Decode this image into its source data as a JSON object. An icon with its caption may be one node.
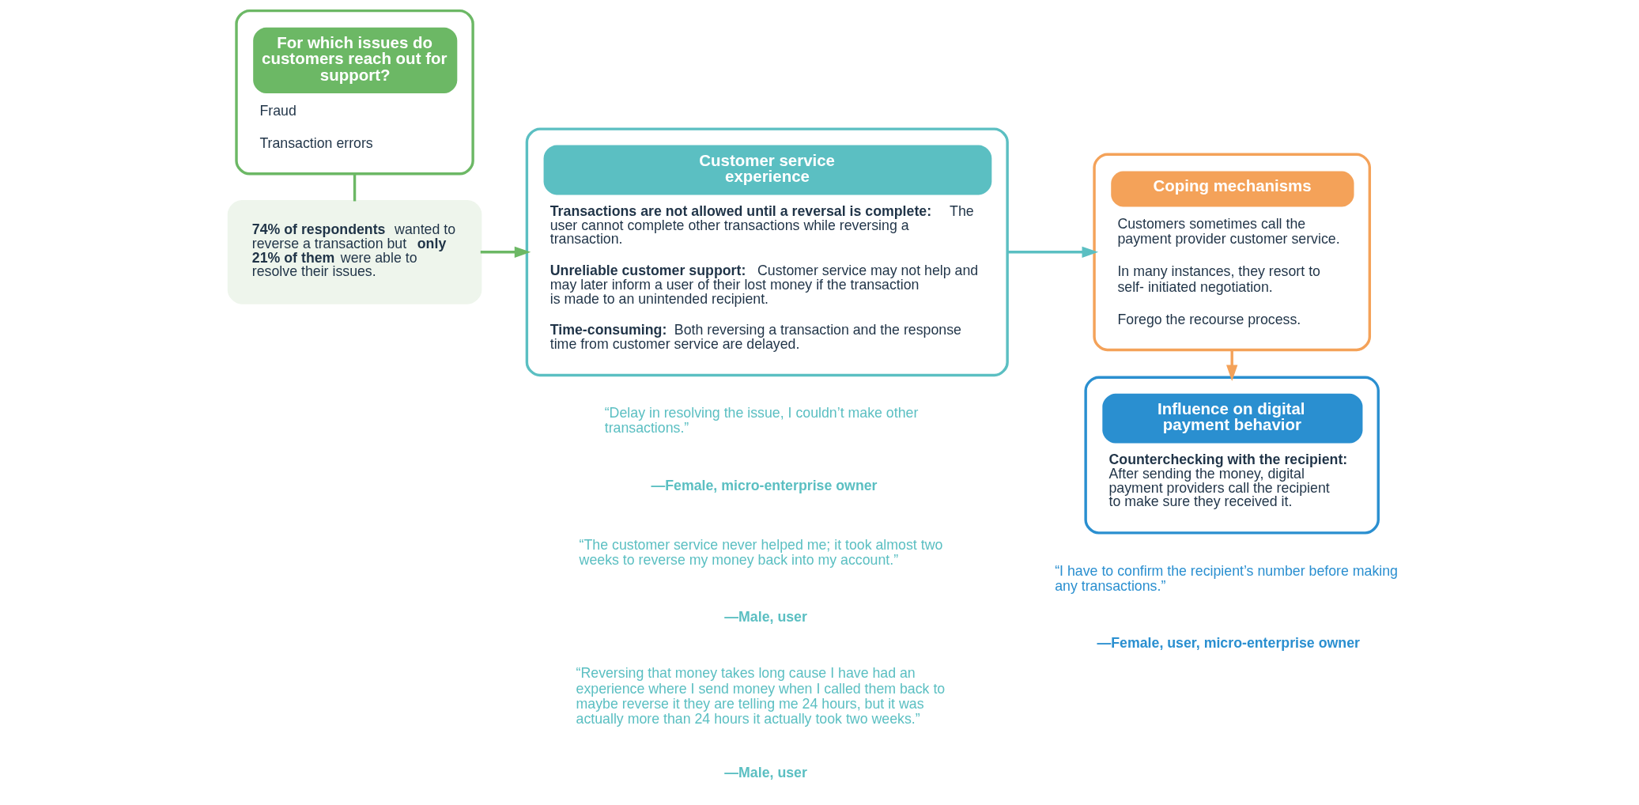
{
  "diagram": {
    "nodes": [
      {
        "text": [
          "For which issues do customers reach out for support?",
          "Fraud",
          "Transaction errors"
        ]
      },
      {
        "text": [
          "**74% of respondents** wanted to reverse a transaction but **only 21% of them** were able to resolve their issues."
        ]
      },
      {
        "text": [
          "Customer service experience",
          "**Transactions are not allowed until a reversal is complete:** The user cannot complete other transactions while reversing a transaction.",
          "**Unreliable customer support:** Customer service may not help and may later inform a user of their lost money if the transaction is made to an unintended recipient.",
          "**Time-consuming:** Both reversing a transaction and the response time from customer service are delayed."
        ]
      },
      {
        "text": [
          "Coping mechanisms",
          "Customers sometimes call the payment provider customer service.",
          "In many instances, they resort to self- initiated negotiation.",
          "Forego the recourse process."
        ]
      },
      {
        "text": [
          "Influence on digital payment behavior",
          "**Counterchecking with the recipient:** After sending the money, digital payment providers call the recipient to make sure they received it."
        ]
      }
    ],
    "edges": [
      {
        "from": 0,
        "to": 1,
        "arrow": "none",
        "color": "#6cb865"
      },
      {
        "from": 1,
        "to": 2,
        "arrow": "to",
        "color": "#6cb865"
      },
      {
        "from": 2,
        "to": 3,
        "arrow": "to",
        "color": "#5bbfc2"
      },
      {
        "from": 3,
        "to": 4,
        "arrow": "to",
        "color": "#f4a259"
      }
    ],
    "labels": [
      "“Delay in resolving the issue, I couldn’t make other transactions.”",
      "—Female, micro-enterprise owner",
      "“The customer service never helped me; it took almost two weeks to reverse my money back into my account.”",
      "—Male, user",
      "“Reversing that money takes long cause I have had an experience where I send money when I called them back to maybe reverse it they are telling me 24 hours, but it was actually more than 24 hours it actually took two weeks.”",
      "—Male, user",
      "“I have to confirm the recipient’s number before making any transactions.”",
      "—Female, user, micro-enterprise owner"
    ]
  }
}
